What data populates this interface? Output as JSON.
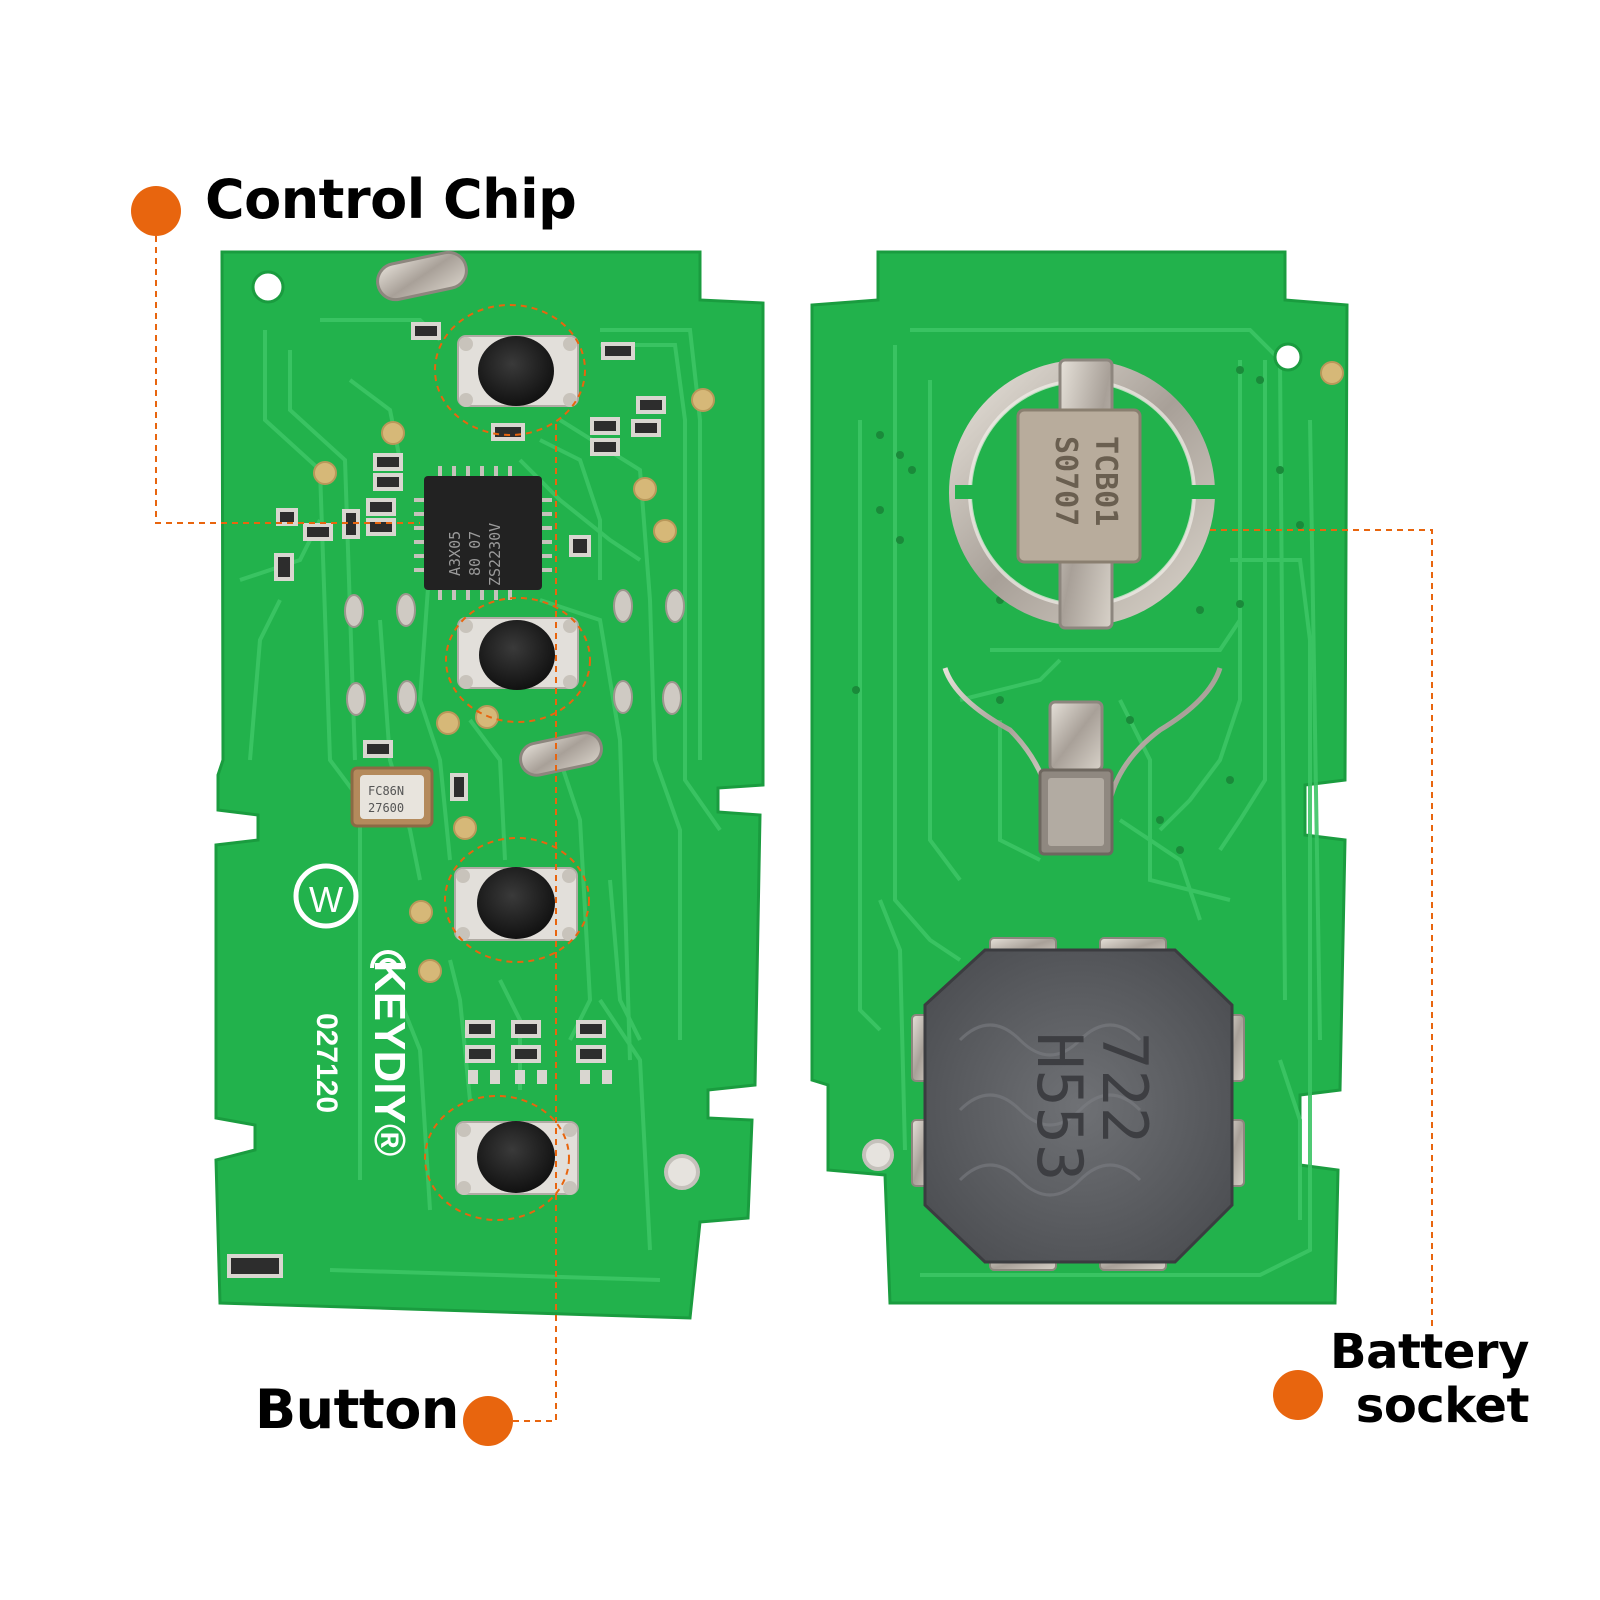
{
  "callouts": {
    "control_chip": "Control Chip",
    "button": "Button",
    "battery_socket_line1": "Battery",
    "battery_socket_line2": "socket"
  },
  "pcb_markings": {
    "chip_line1": "A3X05",
    "chip_line2": "80 07",
    "chip_line3": "ZS2230V",
    "crystal_line1": "FC86N",
    "crystal_line2": "27600",
    "brand": "KEYDIY®",
    "model": "027120",
    "logo_letter": "W",
    "battery_tab_line1": "TCB01",
    "battery_tab_line2": "S0707",
    "epoxy_line1": "722",
    "epoxy_line2": "H553"
  },
  "colors": {
    "pcb_green": "#22b24c",
    "trace_green": "#3cc565",
    "callout_orange": "#e8650e",
    "button_black": "#1a1a1a",
    "epoxy_gray": "#606266",
    "metal": "#c9c3bb"
  }
}
